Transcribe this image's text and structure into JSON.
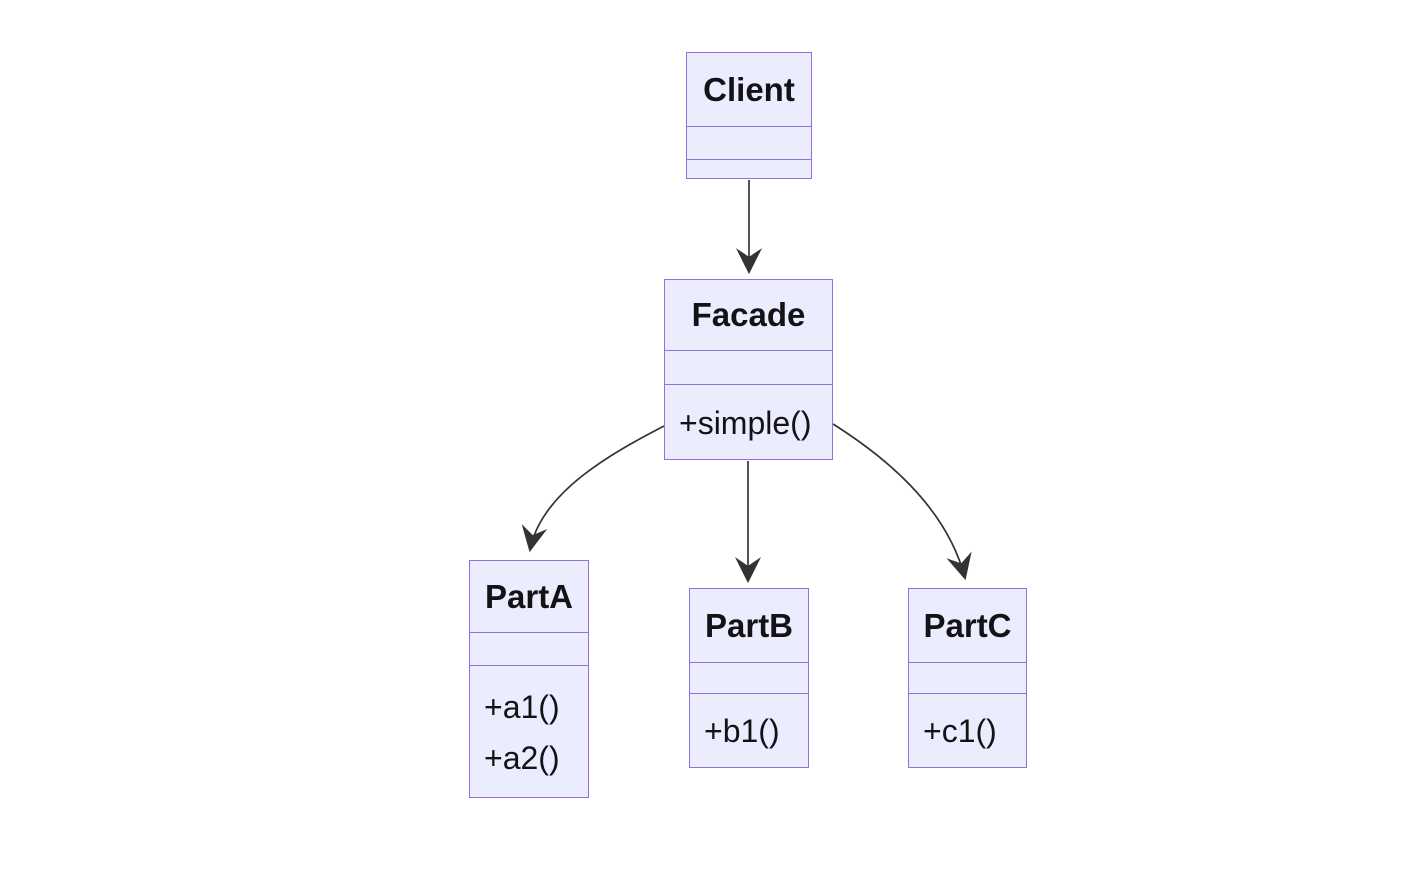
{
  "diagram": {
    "kind": "uml-class-diagram",
    "pattern": "Facade",
    "background": "#ffffff",
    "colors": {
      "node_fill": "#ECECFF",
      "node_border": "#9370DB",
      "edge_stroke": "#333333",
      "text": "#131315"
    },
    "classes": [
      {
        "id": "client",
        "name": "Client",
        "attributes": [],
        "methods": []
      },
      {
        "id": "facade",
        "name": "Facade",
        "attributes": [],
        "methods": [
          "+simple()"
        ]
      },
      {
        "id": "parta",
        "name": "PartA",
        "attributes": [],
        "methods": [
          "+a1()",
          "+a2()"
        ]
      },
      {
        "id": "partb",
        "name": "PartB",
        "attributes": [],
        "methods": [
          "+b1()"
        ]
      },
      {
        "id": "partc",
        "name": "PartC",
        "attributes": [],
        "methods": [
          "+c1()"
        ]
      }
    ],
    "edges": [
      {
        "from": "Client",
        "to": "Facade",
        "line": "solid",
        "arrowhead": "vee"
      },
      {
        "from": "Facade",
        "to": "PartA",
        "line": "solid",
        "arrowhead": "vee"
      },
      {
        "from": "Facade",
        "to": "PartB",
        "line": "solid",
        "arrowhead": "vee"
      },
      {
        "from": "Facade",
        "to": "PartC",
        "line": "solid",
        "arrowhead": "vee"
      }
    ]
  }
}
